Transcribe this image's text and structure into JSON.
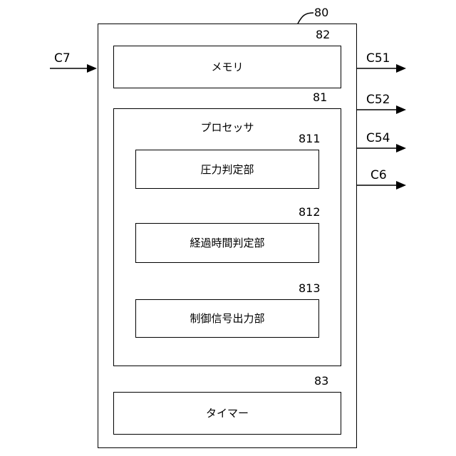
{
  "controller": {
    "ref": "80",
    "memory": {
      "ref": "82",
      "label": "メモリ"
    },
    "processor": {
      "ref": "81",
      "label": "プロセッサ",
      "units": [
        {
          "ref": "811",
          "label": "圧力判定部"
        },
        {
          "ref": "812",
          "label": "経過時間判定部"
        },
        {
          "ref": "813",
          "label": "制御信号出力部"
        }
      ]
    },
    "timer": {
      "ref": "83",
      "label": "タイマー"
    }
  },
  "signals": {
    "input": "C7",
    "outputs": [
      "C51",
      "C52",
      "C54",
      "C6"
    ]
  }
}
